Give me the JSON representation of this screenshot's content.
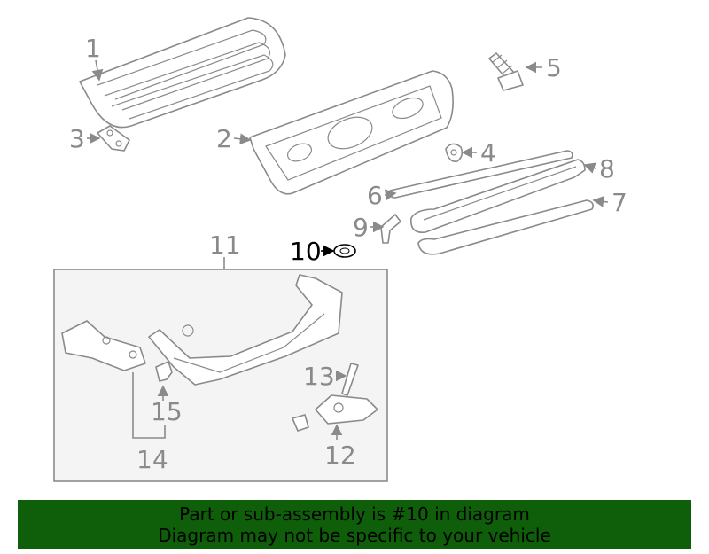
{
  "diagram": {
    "callouts": [
      {
        "id": "1",
        "label": "1"
      },
      {
        "id": "2",
        "label": "2"
      },
      {
        "id": "3",
        "label": "3"
      },
      {
        "id": "4",
        "label": "4"
      },
      {
        "id": "5",
        "label": "5"
      },
      {
        "id": "6",
        "label": "6"
      },
      {
        "id": "7",
        "label": "7"
      },
      {
        "id": "8",
        "label": "8"
      },
      {
        "id": "9",
        "label": "9"
      },
      {
        "id": "10",
        "label": "10",
        "highlighted": true
      },
      {
        "id": "11",
        "label": "11"
      },
      {
        "id": "12",
        "label": "12"
      },
      {
        "id": "13",
        "label": "13"
      },
      {
        "id": "14",
        "label": "14"
      },
      {
        "id": "15",
        "label": "15"
      }
    ],
    "colors": {
      "line": "#8a8a8a",
      "highlight": "#000000",
      "inset_bg": "#f4f4f4"
    }
  },
  "banner": {
    "line1": "Part or sub-assembly is #10 in diagram",
    "line2": "Diagram may not be specific to your vehicle",
    "background": "#0f5e0a"
  }
}
